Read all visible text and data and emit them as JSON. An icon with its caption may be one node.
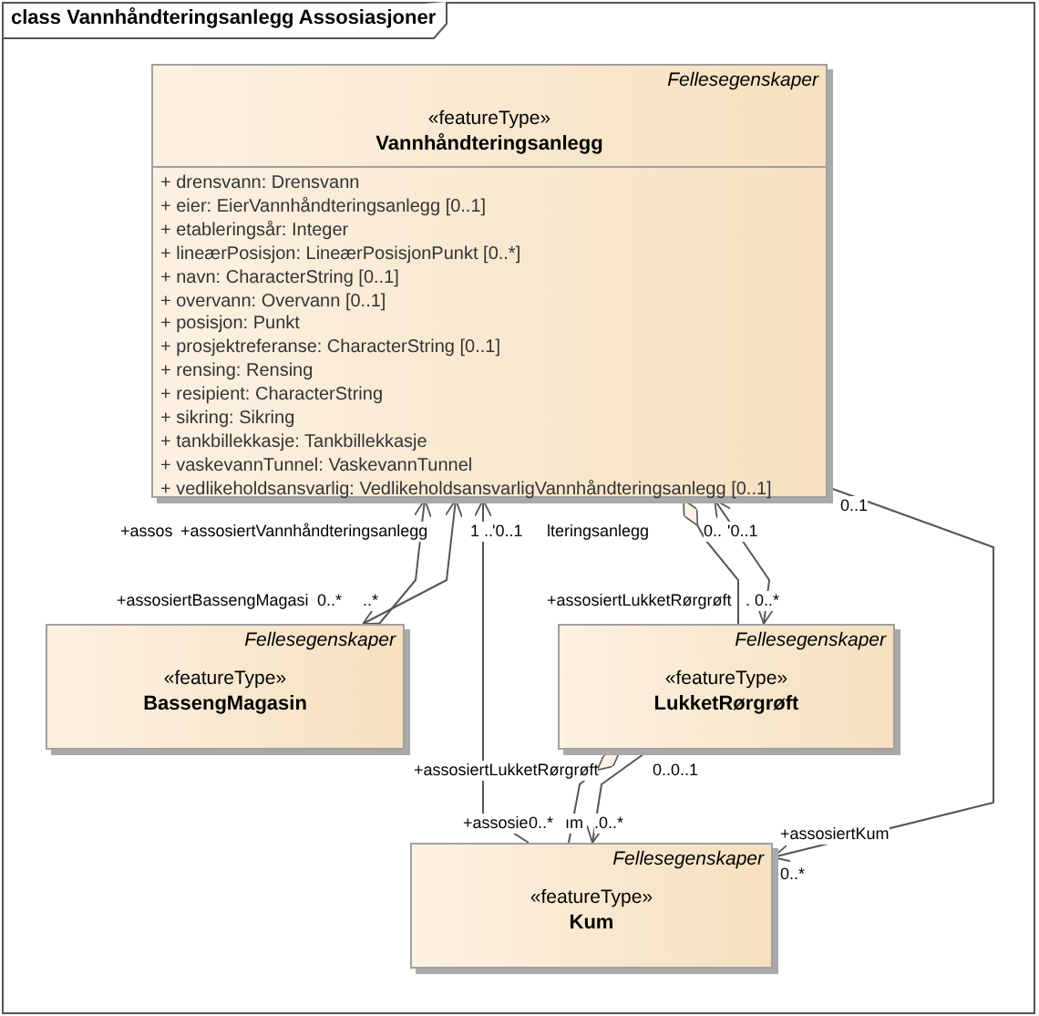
{
  "diagram": {
    "title": "class Vannhåndteringsanlegg Assosiasjoner",
    "nodes": [
      {
        "text": [
          "Fellesegenskaper",
          "«featureType»",
          "Vannhåndteringsanlegg",
          "+ drensvann: Drensvann",
          "+ eier: EierVannhåndteringsanlegg [0..1]",
          "+ etableringsår: Integer",
          "+ lineærPosisjon: LineærPosisjonPunkt [0..*]",
          "+ navn: CharacterString [0..1]",
          "+ overvann: Overvann [0..1]",
          "+ posisjon: Punkt",
          "+ prosjektreferanse: CharacterString [0..1]",
          "+ rensing: Rensing",
          "+ resipient: CharacterString",
          "+ sikring: Sikring",
          "+ tankbillekkasje: Tankbillekkasje",
          "+ vaskevannTunnel: VaskevannTunnel",
          "+ vedlikeholdsansvarlig: VedlikeholdsansvarligVannhåndteringsanlegg [0..1]"
        ]
      },
      {
        "text": [
          "Fellesegenskaper",
          "«featureType»",
          "BassengMagasin"
        ]
      },
      {
        "text": [
          "Fellesegenskaper",
          "«featureType»",
          "LukketRørgrøft"
        ]
      },
      {
        "text": [
          "Fellesegenskaper",
          "«featureType»",
          "Kum"
        ]
      }
    ],
    "edges": [
      {
        "from": 1,
        "to": 0,
        "arrow": "to"
      },
      {
        "from": 0,
        "to": 1,
        "arrow": "both"
      },
      {
        "from": 3,
        "to": 0,
        "arrow": "to"
      },
      {
        "from": 0,
        "to": 2,
        "arrow": "other"
      },
      {
        "from": 0,
        "to": 2,
        "arrow": "both"
      },
      {
        "from": 0,
        "to": 3,
        "arrow": "to"
      },
      {
        "from": 2,
        "to": 3,
        "arrow": "other"
      },
      {
        "from": 2,
        "to": 3,
        "arrow": "to"
      }
    ],
    "labels": [
      "+assos",
      "+assosiertVannhåndteringsanlegg",
      "1 ..",
      "'0..1",
      "lteringsanlegg",
      "0..",
      "'0..1",
      "0..1",
      "+assosiertBassengMagasi",
      "0..*",
      "..*",
      "+assosiertLukketRørgrøft",
      ". 0..*",
      "+assosiertLukketRørgrøft",
      "0..0..1",
      "+assosie",
      "0..*",
      "ım",
      ".0..*",
      "+assosiertKum",
      "0..*"
    ]
  }
}
